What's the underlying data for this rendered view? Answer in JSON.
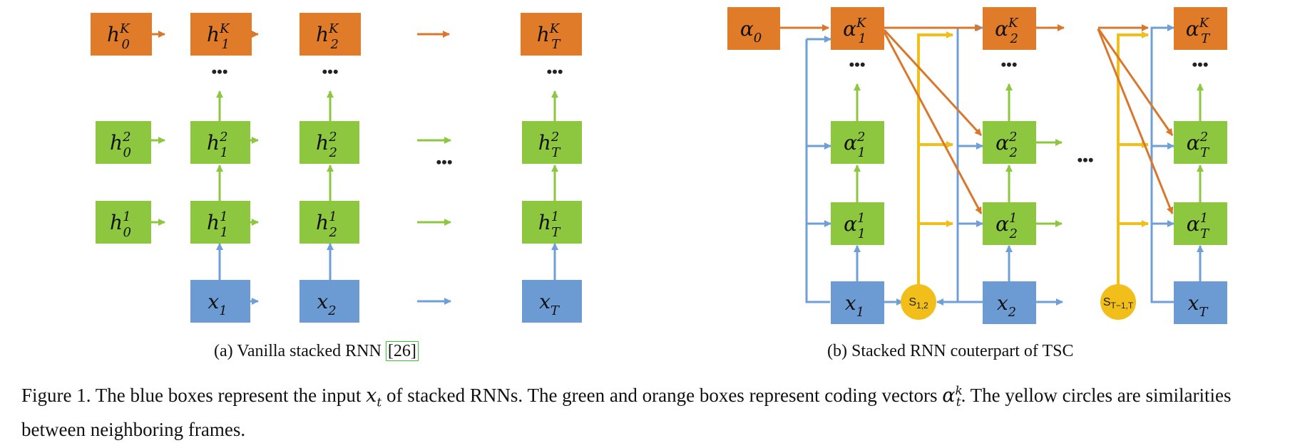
{
  "diagram": {
    "nodes_a": {
      "h0K": {
        "base": "h",
        "sub": "0",
        "sup": "K"
      },
      "h1K": {
        "base": "h",
        "sub": "1",
        "sup": "K"
      },
      "h2K": {
        "base": "h",
        "sub": "2",
        "sup": "K"
      },
      "hTK": {
        "base": "h",
        "sub": "T",
        "sup": "K"
      },
      "h02": {
        "base": "h",
        "sub": "0",
        "sup": "2"
      },
      "h12": {
        "base": "h",
        "sub": "1",
        "sup": "2"
      },
      "h22": {
        "base": "h",
        "sub": "2",
        "sup": "2"
      },
      "hT2": {
        "base": "h",
        "sub": "T",
        "sup": "2"
      },
      "h01": {
        "base": "h",
        "sub": "0",
        "sup": "1"
      },
      "h11": {
        "base": "h",
        "sub": "1",
        "sup": "1"
      },
      "h21": {
        "base": "h",
        "sub": "2",
        "sup": "1"
      },
      "hT1": {
        "base": "h",
        "sub": "T",
        "sup": "1"
      },
      "x1": {
        "base": "x",
        "sub": "1",
        "sup": ""
      },
      "x2": {
        "base": "x",
        "sub": "2",
        "sup": ""
      },
      "xT": {
        "base": "x",
        "sub": "T",
        "sup": ""
      }
    },
    "nodes_b": {
      "a0": {
        "base": "α",
        "sub": "0",
        "sup": ""
      },
      "a1K": {
        "base": "α",
        "sub": "1",
        "sup": "K"
      },
      "a2K": {
        "base": "α",
        "sub": "2",
        "sup": "K"
      },
      "aTK": {
        "base": "α",
        "sub": "T",
        "sup": "K"
      },
      "a12": {
        "base": "α",
        "sub": "1",
        "sup": "2"
      },
      "a22": {
        "base": "α",
        "sub": "2",
        "sup": "2"
      },
      "aT2": {
        "base": "α",
        "sub": "T",
        "sup": "2"
      },
      "a11": {
        "base": "α",
        "sub": "1",
        "sup": "1"
      },
      "a21": {
        "base": "α",
        "sub": "2",
        "sup": "1"
      },
      "aT1": {
        "base": "α",
        "sub": "T",
        "sup": "1"
      },
      "x1": {
        "base": "x",
        "sub": "1",
        "sup": ""
      },
      "x2": {
        "base": "x",
        "sub": "2",
        "sup": ""
      },
      "xT": {
        "base": "x",
        "sub": "T",
        "sup": ""
      },
      "s12": {
        "base": "S",
        "sub": "1,2",
        "sup": ""
      },
      "sT": {
        "base": "S",
        "sub": "T−1,T",
        "sup": ""
      }
    },
    "ellipsis": "•••",
    "colors": {
      "orange": "#e07b2a",
      "green": "#8dc63f",
      "blue": "#6b9bd2",
      "yellow": "#f2be1a",
      "arrow_orange": "#d9782d",
      "arrow_green": "#8dc63f",
      "arrow_blue": "#6f9fd8",
      "arrow_yellow": "#f2be1a"
    }
  },
  "subcaption_a": {
    "label": "(a)  Vanilla stacked RNN ",
    "ref": "[26]"
  },
  "subcaption_b": {
    "label": "(b)  Stacked RNN couterpart of TSC"
  },
  "caption": {
    "p1": "Figure 1. The blue boxes represent the input ",
    "x_base": "x",
    "x_sub": "t",
    "p2": " of stacked RNNs.  The green and orange boxes represent coding vectors ",
    "alpha_base": "α",
    "alpha_sup": "k",
    "alpha_sub": "t",
    "p3": ".  The yellow circles are similarities between neighboring frames."
  }
}
